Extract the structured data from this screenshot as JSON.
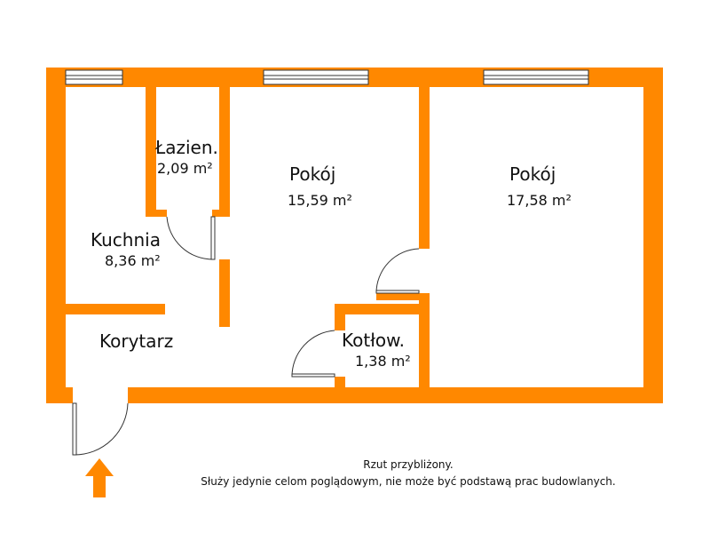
{
  "colors": {
    "wall": "#FF8800",
    "wall_edge": "#E07000",
    "window_frame": "#333333",
    "text": "#111111",
    "arrow": "#FF8800"
  },
  "rooms": [
    {
      "id": "lazienka",
      "name": "Łazien.",
      "area": "2,09 m²"
    },
    {
      "id": "kuchnia",
      "name": "Kuchnia",
      "area": "8,36 m²"
    },
    {
      "id": "pokoj1",
      "name": "Pokój",
      "area": "15,59 m²"
    },
    {
      "id": "pokoj2",
      "name": "Pokój",
      "area": "17,58 m²"
    },
    {
      "id": "korytarz",
      "name": "Korytarz",
      "area": ""
    },
    {
      "id": "kotlownia",
      "name": "Kotłow.",
      "area": "1,38 m²"
    }
  ],
  "note": {
    "line1": "Rzut przybliżony.",
    "line2": "Służy jedynie celom poglądowym, nie może być podstawą prac budowlanych."
  },
  "icons": {
    "entrance": "entrance-arrow-icon"
  }
}
